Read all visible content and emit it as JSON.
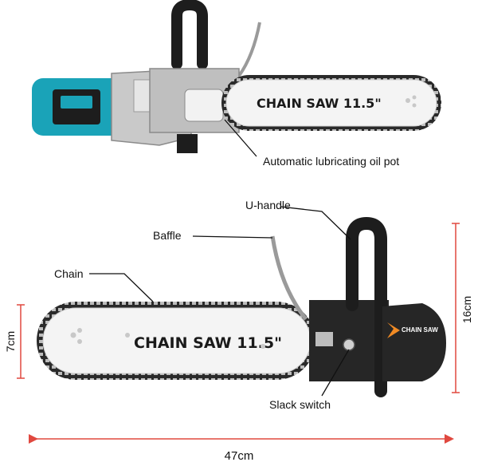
{
  "product": {
    "bar_text_top": "CHAIN SAW 11.5\"",
    "bar_text_bottom": "CHAIN SAW 11.5\"",
    "cover_logo": "CHAIN SAW"
  },
  "labels": {
    "oil_pot": "Automatic lubricating oil pot",
    "u_handle": "U-handle",
    "baffle": "Baffle",
    "chain": "Chain",
    "slack_switch": "Slack switch"
  },
  "dimensions": {
    "height": "7cm",
    "length": "47cm",
    "handle_height": "16cm"
  },
  "colors": {
    "teal": "#1aa3b8",
    "dark": "#1d1d1d",
    "red_dim": "#e0483f",
    "orange_logo": "#f08a24"
  }
}
